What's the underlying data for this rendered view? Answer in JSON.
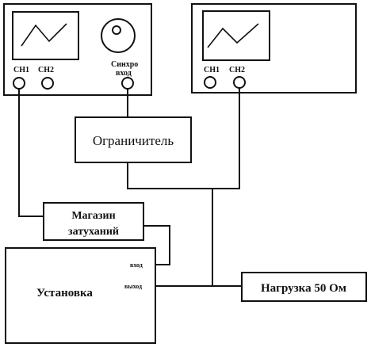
{
  "oscilloscope_left": {
    "ch1_label": "CH1",
    "ch2_label": "CH2",
    "sync_label_line1": "Синхро",
    "sync_label_line2": "вход"
  },
  "oscilloscope_right": {
    "ch1_label": "CH1",
    "ch2_label": "CH2"
  },
  "limiter": {
    "label": "Ограничитель"
  },
  "attenuator": {
    "label_line1": "Магазин",
    "label_line2": "затуханий"
  },
  "installation": {
    "label": "Установка",
    "input_label": "вход",
    "output_label": "выход"
  },
  "load": {
    "label": "Нагрузка 50 Ом"
  }
}
